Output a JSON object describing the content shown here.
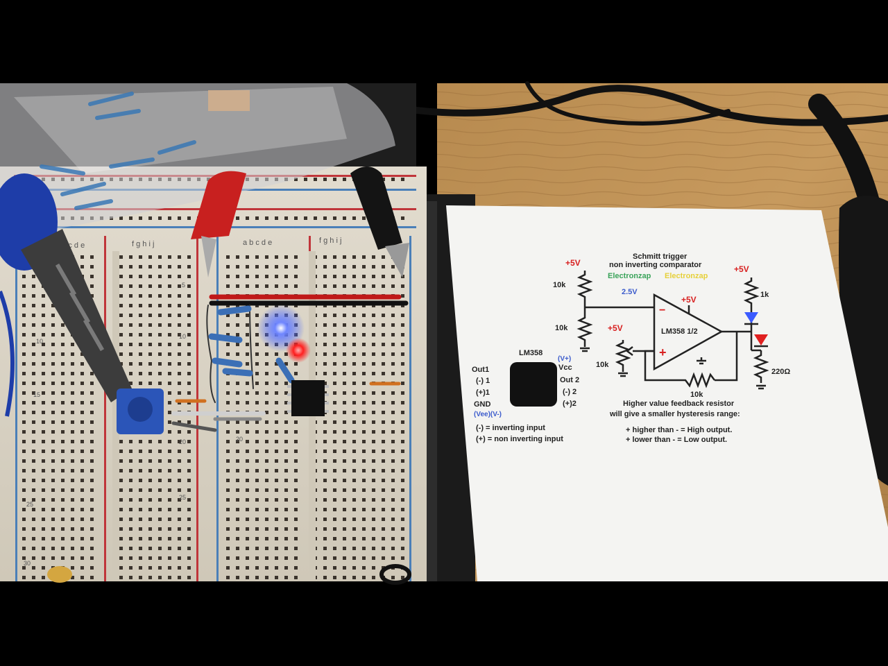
{
  "photo": {
    "colors": {
      "letterbox": "#000000",
      "table": "#c09458",
      "breadboard": "#ddd6c8",
      "rail_red": "#c0353a",
      "rail_blue": "#4a7fb8",
      "paper": "#f4f4f2",
      "led_blue": "#3b5bff",
      "led_red": "#ff2020"
    },
    "breadboard": {
      "column_letters_left": "a b c d e",
      "column_letters_right": "f g h i j",
      "row_numbers": [
        "5",
        "10",
        "15",
        "20",
        "25",
        "30"
      ]
    },
    "schematic": {
      "title": "Schmitt trigger",
      "subtitle": "non inverting comparator",
      "credit_green": "Electronzap",
      "credit_yellow": "Electronzap",
      "supply_labels": [
        "+5V",
        "+5V",
        "+5V",
        "+5V"
      ],
      "mid_voltage": "2.5V",
      "resistors": {
        "top_divider": "10k",
        "bottom_divider": "10k",
        "pot": "10k",
        "feedback": "10k",
        "blue_led_resistor": "1k",
        "red_led_resistor": "220Ω"
      },
      "opamp_label": "LM358 1/2",
      "minus_sign": "−",
      "plus_sign": "+",
      "chip_title": "LM358",
      "pins_left": [
        "Out1",
        "(-) 1",
        "(+)1",
        "GND",
        "(Vee)(V-)"
      ],
      "pins_right": [
        "(V+)",
        "Vcc",
        "Out 2",
        "(-) 2",
        "(+)2"
      ],
      "note_line1": "Higher value feedback resistor",
      "note_line2": "will give a smaller hysteresis range:",
      "legend_line1": "(-) = inverting input",
      "legend_line2": "(+) = non inverting input",
      "rule_line1": "+ higher than - = High output.",
      "rule_line2": "+ lower than - = Low output."
    }
  }
}
